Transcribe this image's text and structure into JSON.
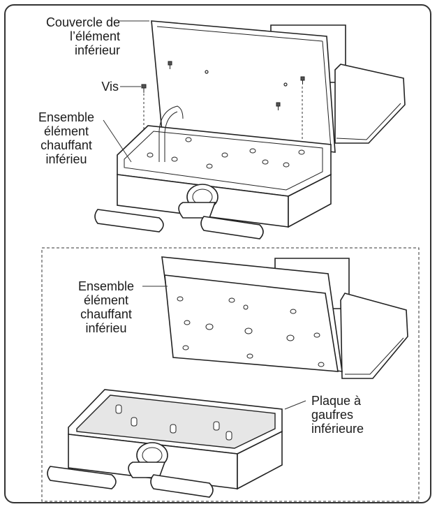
{
  "labels": {
    "top_cover": [
      "Couvercle de",
      "l’élément",
      "inférieur"
    ],
    "screw": "Vis",
    "top_assembly": [
      "Ensemble",
      "élément",
      "chauffant",
      "inférieu"
    ],
    "bottom_assembly": [
      "Ensemble",
      "élément",
      "chauffant",
      "inférieu"
    ],
    "waffle_plate": [
      "Plaque à",
      "gaufres",
      "inférieure"
    ]
  },
  "colors": {
    "line": "#222222",
    "frame": "#333333",
    "fill_gray": "#e6e6e6"
  },
  "icons": {
    "screw": "screw-icon"
  }
}
